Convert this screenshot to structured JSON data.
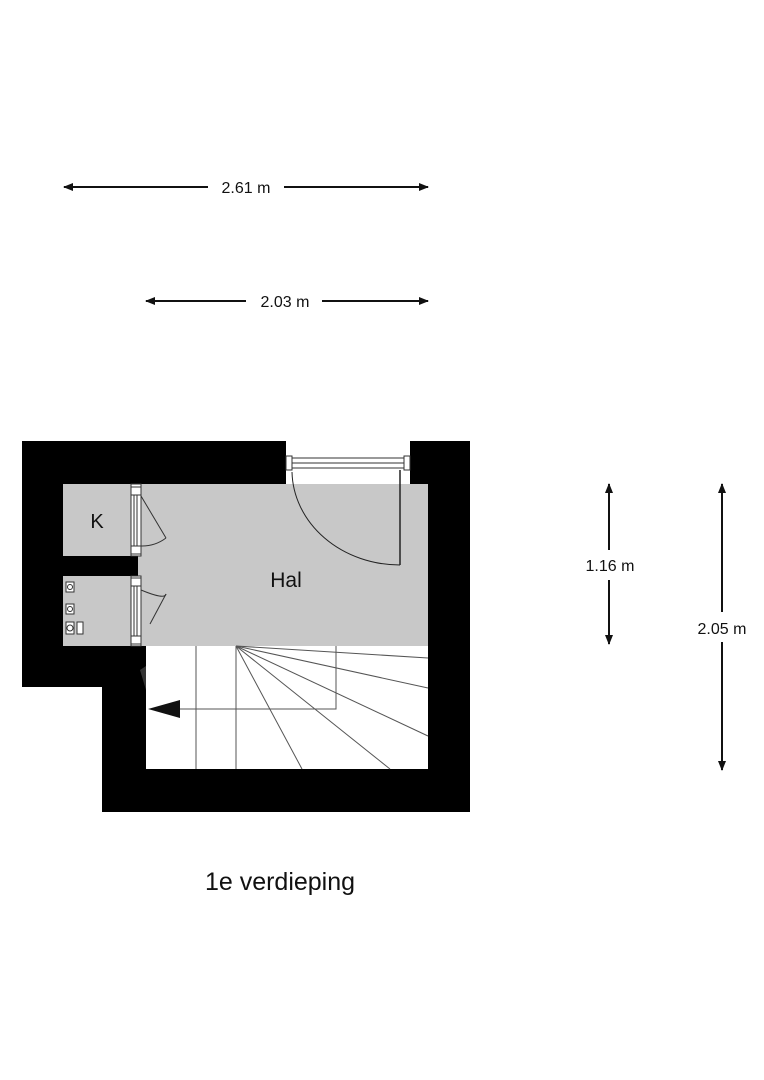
{
  "floor": {
    "title": "1e verdieping"
  },
  "rooms": {
    "hal": "Hal",
    "k": "K"
  },
  "dimensions": {
    "width_total": "2.61 m",
    "width_inner": "2.03 m",
    "height_short": "1.16 m",
    "height_total": "2.05 m"
  },
  "colors": {
    "wall": "#000000",
    "hall_floor": "#c8c8c8",
    "line": "#333333"
  }
}
